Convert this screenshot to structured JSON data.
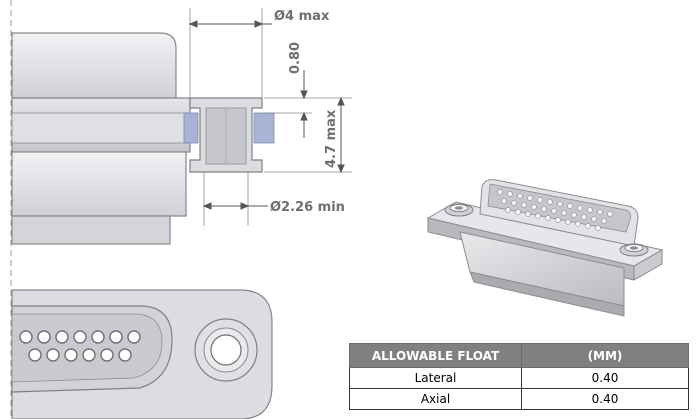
{
  "dimensions": {
    "outer_diameter": "Ø4 max",
    "flange_height": "0.80",
    "total_height": "4.7 max",
    "inner_diameter": "Ø2.26 min"
  },
  "table": {
    "headers": [
      "ALLOWABLE FLOAT",
      "(MM)"
    ],
    "rows": [
      {
        "label": "Lateral",
        "value": "0.40"
      },
      {
        "label": "Axial",
        "value": "0.40"
      }
    ]
  },
  "colors": {
    "body_gray": "#d9dadd",
    "outline": "#85878c",
    "blue_washer": "#a9b3d6",
    "table_header": "#808080",
    "dimension_text": "#6f6f6f"
  }
}
